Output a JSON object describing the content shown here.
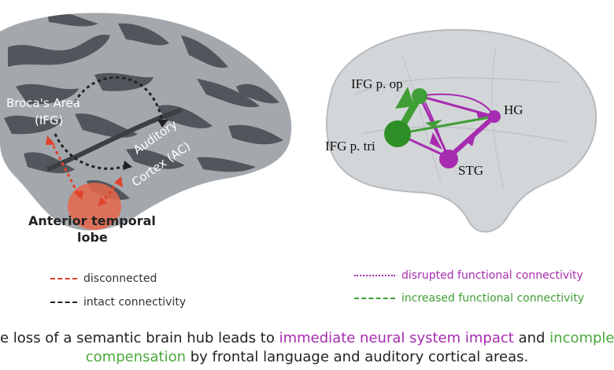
{
  "left_panel": {
    "broca_label": "Broca's Area",
    "ifg_label": "(IFG)",
    "auditory_label": "Auditory",
    "cortex_label": "Cortex (AC)",
    "atl_label_1": "Anterior temporal",
    "atl_label_2": "lobe"
  },
  "right_panel": {
    "nodes": {
      "ifg_op": "IFG p. op",
      "ifg_tri": "IFG p. tri",
      "hg": "HG",
      "stg": "STG"
    }
  },
  "legend": {
    "disconnected": "disconnected",
    "intact": "intact connectivity",
    "disrupted": "disrupted functional connectivity",
    "increased": "increased functional connectivity"
  },
  "caption": {
    "part1": "e loss of a semantic brain hub leads to ",
    "part2": "immediate neural system impact",
    "part3": " and ",
    "part4": "incomplete",
    "part5": "compensation",
    "part6": " by frontal language and auditory cortical areas."
  },
  "colors": {
    "disconnected": "#e0442c",
    "intact": "#222222",
    "disrupted": "#a62bb0",
    "increased": "#3f9e35",
    "atl_blob": "#e8664a",
    "cortex_light": "#9ea3a8",
    "cortex_dark": "#4d5257"
  }
}
